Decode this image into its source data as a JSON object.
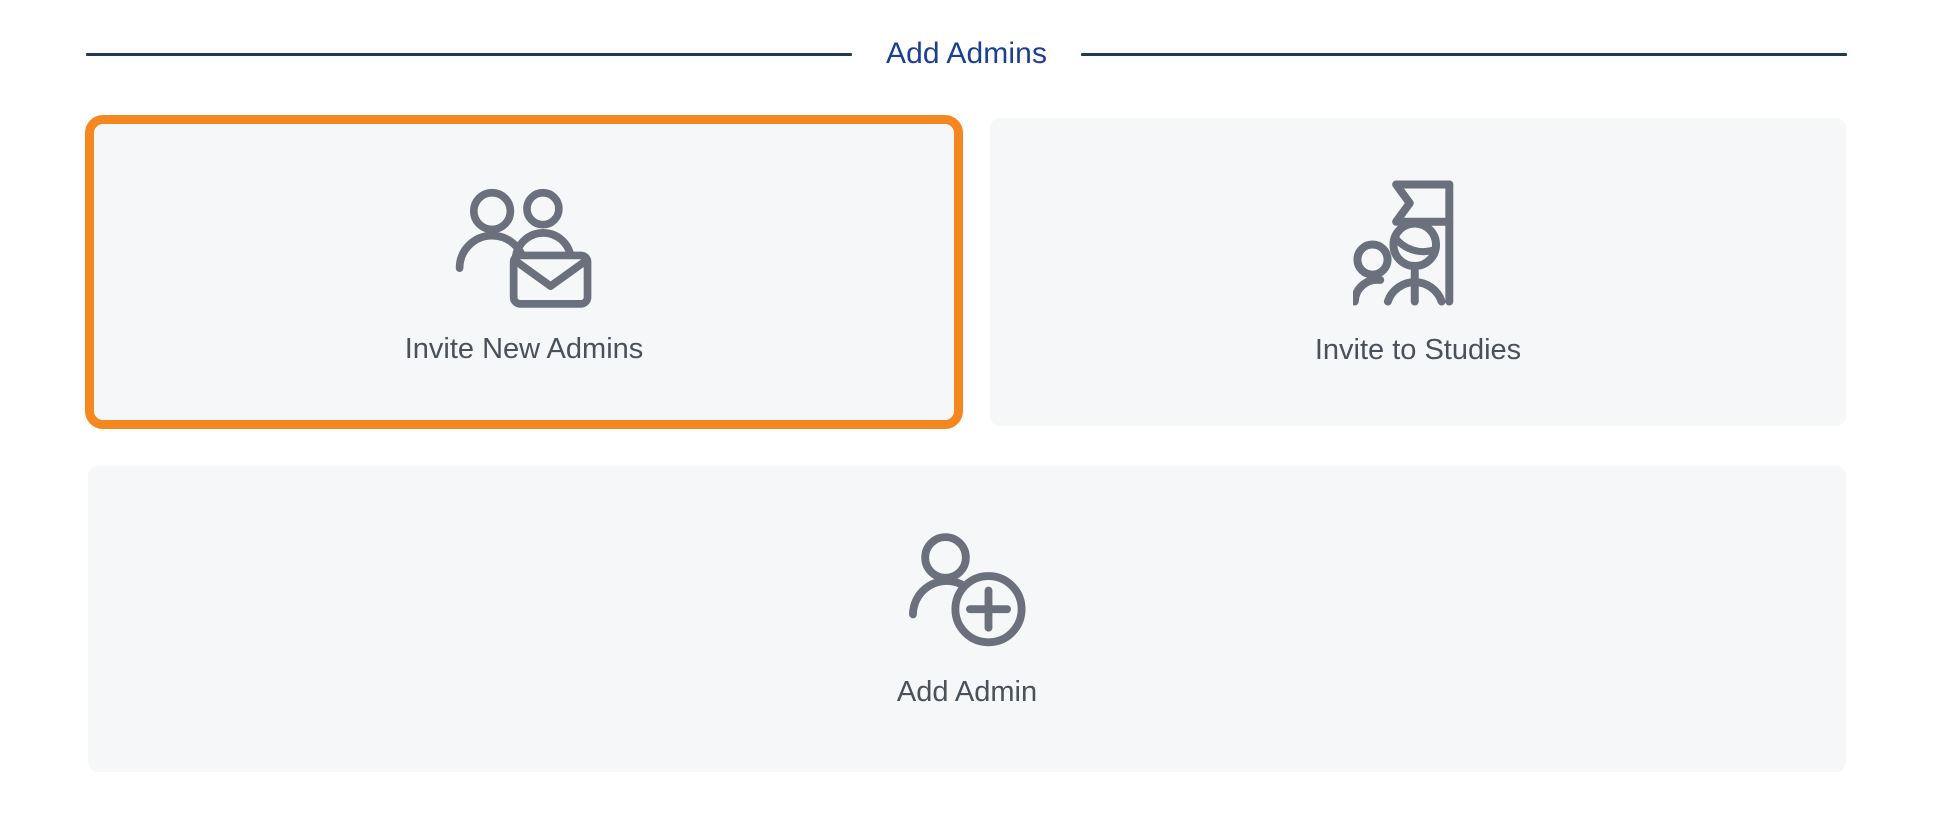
{
  "section": {
    "title": "Add Admins",
    "rule_color": "#1f3a56",
    "title_color": "#1c3f94"
  },
  "theme": {
    "page_background": "#ffffff",
    "card_background": "#f6f7f9",
    "icon_color": "#6b717c",
    "label_color": "#4b5159",
    "highlight_color": "#f5871f"
  },
  "cards": [
    {
      "id": "invite-new-admins",
      "label": "Invite New Admins",
      "icon": "two-people-envelope-icon",
      "selected": true
    },
    {
      "id": "invite-to-studies",
      "label": "Invite to Studies",
      "icon": "people-flag-icon",
      "selected": false
    },
    {
      "id": "add-admin",
      "label": "Add Admin",
      "icon": "person-plus-icon",
      "selected": false
    }
  ]
}
